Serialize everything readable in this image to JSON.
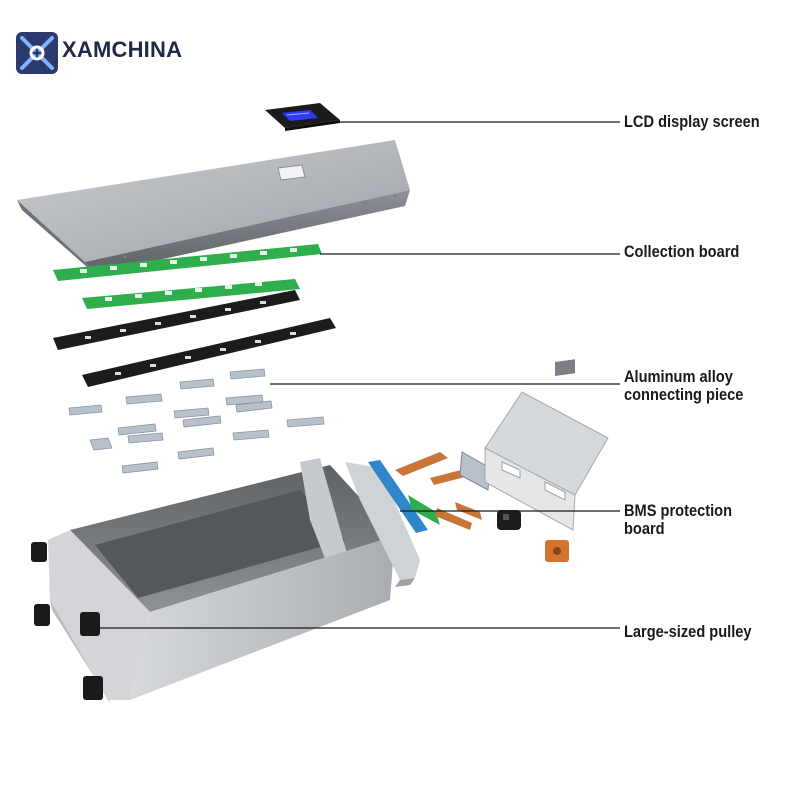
{
  "brand": {
    "name": "XAMCHINA",
    "color": "#1f2a4a"
  },
  "labels": {
    "lcd": "LCD display screen",
    "collection": "Collection board",
    "aluminum_line1": "Aluminum alloy",
    "aluminum_line2": "connecting piece",
    "bms_line1": "BMS protection",
    "bms_line2": "board",
    "pulley": "Large-sized pulley"
  },
  "colors": {
    "shell": "#b9bcc1",
    "pcb_green": "#2fae4e",
    "bracket_black": "#1c1c1c",
    "aluminum_piece": "#b8c0cc",
    "lcd_screen": "#2b3cff",
    "copper": "#c9753a"
  }
}
